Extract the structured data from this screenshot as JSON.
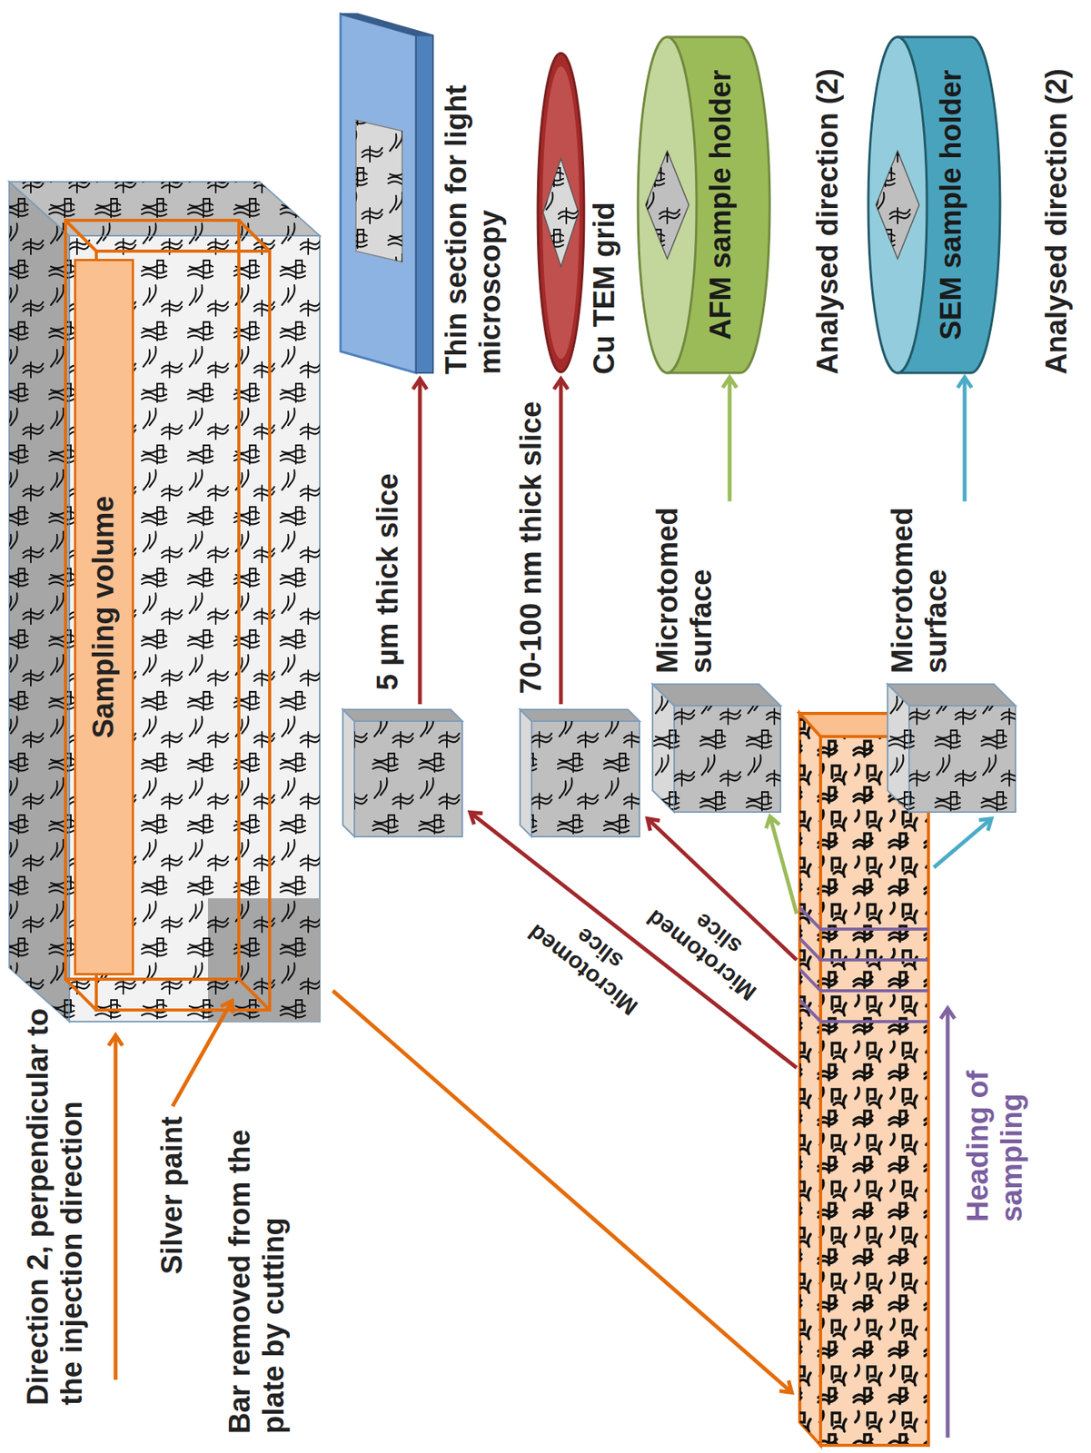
{
  "diagram": {
    "nodes": [
      {
        "text": [
          "Sampling volume"
        ]
      },
      {
        "text": [
          "Thin section for light microscopy"
        ]
      },
      {
        "text": [
          "Cu TEM grid"
        ]
      },
      {
        "text": [
          "Microtomed surface"
        ]
      },
      {
        "text": [
          "AFM sample holder",
          "Analysed direction (2)"
        ]
      },
      {
        "text": [
          "Microtomed surface"
        ]
      },
      {
        "text": [
          "SEM sample holder",
          "Analysed direction (2)"
        ]
      }
    ],
    "edges": [
      {
        "from": 3,
        "to": 4,
        "arrow": "to"
      },
      {
        "from": 5,
        "to": 6,
        "arrow": "to"
      }
    ],
    "labels": [
      "Direction 2, perpendicular to the injection direction",
      "Silver paint",
      "Bar removed from the plate by cutting",
      "5 µm thick slice",
      "70-100 nm thick slice",
      "Microtomed slice",
      "Microtomed slice",
      "Heading of sampling"
    ]
  }
}
